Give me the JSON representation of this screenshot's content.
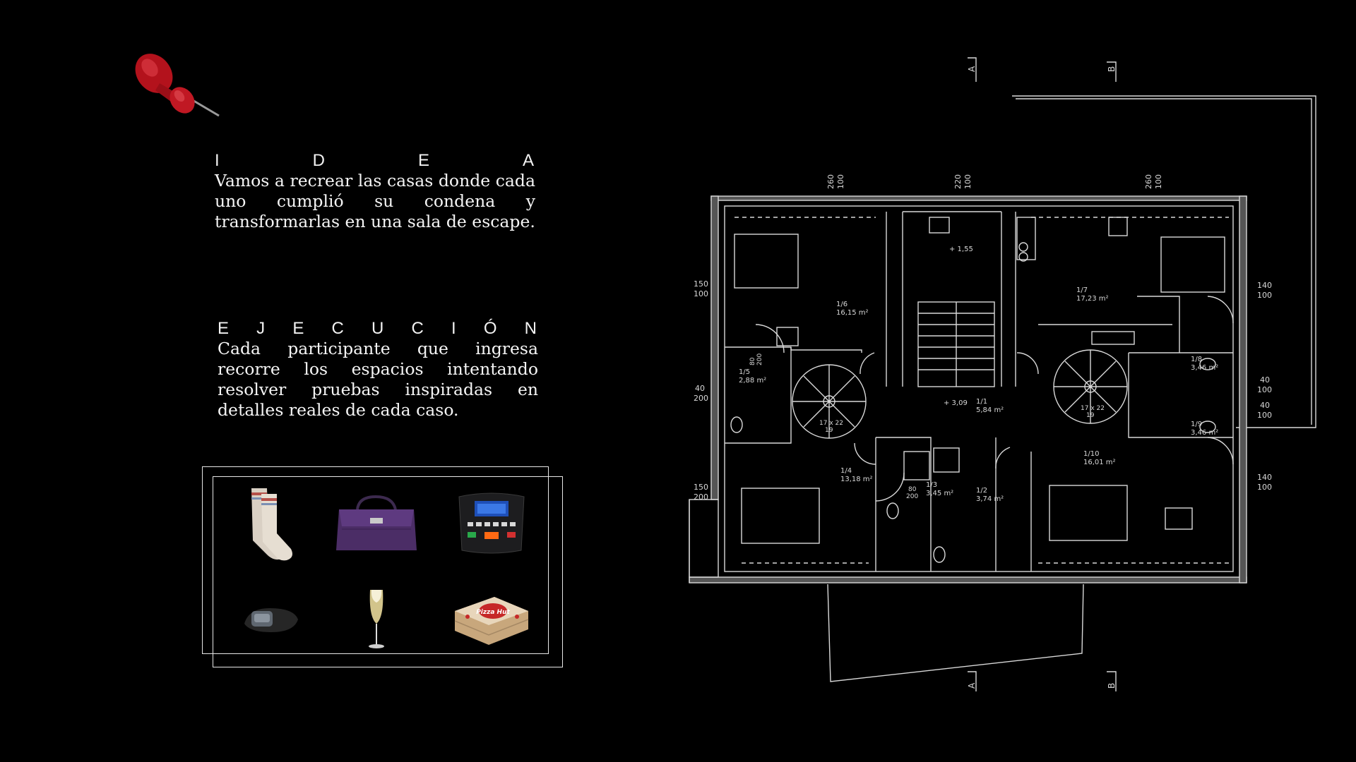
{
  "idea": {
    "heading_letters": [
      "I",
      "D",
      "E",
      "A"
    ],
    "body": "Vamos a recrear las casas donde cada uno cumplió su condena y transformarlas en una sala de escape."
  },
  "ejecucion": {
    "heading_letters": [
      "E",
      "J",
      "E",
      "C",
      "U",
      "C",
      "I",
      "Ó",
      "N"
    ],
    "body": "Cada participante que ingresa recorre los espacios intentando resolver pruebas inspiradas en detalles reales de cada caso."
  },
  "objects": [
    "socks-icon",
    "handbag-icon",
    "treadmill-console-icon",
    "ankle-monitor-icon",
    "champagne-glass-icon",
    "pizza-box-icon"
  ],
  "pizza_logo": "Pizza Hut",
  "floor_plan": {
    "section_markers": [
      "A",
      "B",
      "A",
      "B"
    ],
    "top_dims": [
      "260",
      "100",
      "220",
      "100",
      "260",
      "100"
    ],
    "left_dims": [
      "150",
      "100",
      "40",
      "200",
      "150",
      "200"
    ],
    "right_dims": [
      "140",
      "100",
      "40",
      "100",
      "40",
      "100",
      "140",
      "100"
    ],
    "rooms": [
      {
        "id": "1/1",
        "area": "5,84 m²"
      },
      {
        "id": "1/2",
        "area": "3,74 m²"
      },
      {
        "id": "1/3",
        "area": "3,45 m²"
      },
      {
        "id": "1/4",
        "area": "13,18 m²"
      },
      {
        "id": "1/5",
        "area": "2,88 m²"
      },
      {
        "id": "1/6",
        "area": "16,15 m²"
      },
      {
        "id": "1/7",
        "area": "17,23 m²"
      },
      {
        "id": "1/8",
        "area": "3,46 m²"
      },
      {
        "id": "1/9",
        "area": "3,46 m²"
      },
      {
        "id": "1/10",
        "area": "16,01 m²"
      }
    ],
    "levels": [
      "+ 1,55",
      "+ 3,09"
    ],
    "stairs": [
      "17 x 22",
      "19",
      "17 x 22",
      "19"
    ],
    "door_dims": [
      "80",
      "200"
    ]
  }
}
